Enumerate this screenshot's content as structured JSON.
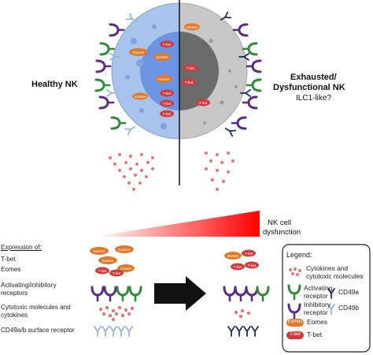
{
  "left_state": {
    "label": "Healthy NK"
  },
  "right_state": {
    "label": "Exhausted/",
    "label_line2": "Dysfunctional NK",
    "sublabel": "ILC1-like?"
  },
  "gradient": {
    "label_line1": "NK cell",
    "label_line2": "dysfunction"
  },
  "expression": {
    "header": "Expression of:",
    "rows": [
      "T-bet",
      "Eomes",
      "Activating/inhibitory",
      "receptors",
      "Cytotoxic molecules and",
      "cytokines",
      "CD49a/b surface receptor"
    ]
  },
  "tf_labels": {
    "tbet": "T-bet",
    "eomes": "Eomes"
  },
  "legend": {
    "title": "Legend:",
    "cytokines_line1": "Cytokines and",
    "cytokines_line2": "cytotoxic molecules",
    "activating_line1": "Activating",
    "activating_line2": "receptor",
    "inhibitory_line1": "Inhibitory",
    "inhibitory_line2": "receptor",
    "cd49a": "CD49a",
    "cd49b": "CD49b",
    "eomes": "Eomes",
    "tbet": "T-bet"
  },
  "colors": {
    "healthy_cell": "#a9c4ec",
    "healthy_nucleus": "#6b94e2",
    "exhausted_cell": "#c7c7c7",
    "exhausted_nucleus": "#6b6b6b",
    "activating_receptor": "#2e8b3a",
    "inhibitory_receptor": "#5b2c83",
    "cd49a": "#1e2d5a",
    "cd49b": "#9ab4d8",
    "eomes_fill": "#e1792a",
    "tbet_fill": "#d13b3b",
    "gradient_red": "#ff0000"
  }
}
